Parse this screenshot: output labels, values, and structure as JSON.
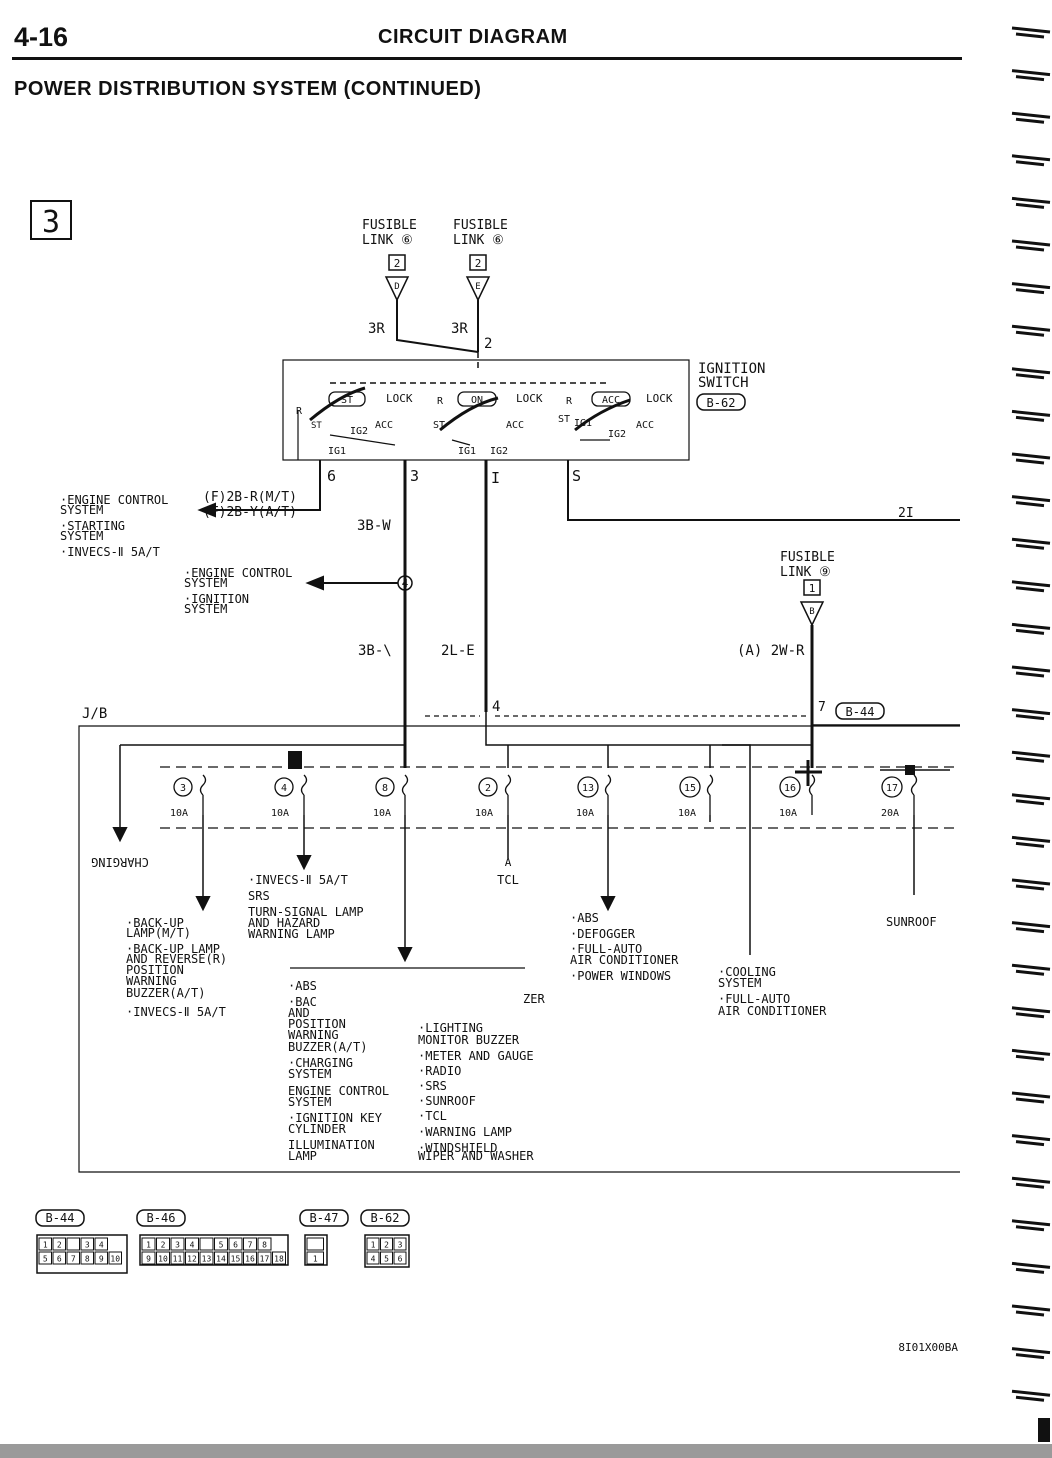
{
  "header": {
    "page_number": "4-16",
    "title": "CIRCUIT DIAGRAM",
    "section": "POWER DISTRIBUTION SYSTEM (CONTINUED)"
  },
  "diagram": {
    "panel_number": "3",
    "fusible_link_1": [
      "FUSIBLE",
      "LINK ⑥"
    ],
    "fusible_link_2": [
      "FUSIBLE",
      "LINK ⑥"
    ],
    "fusible_link_3": [
      "FUSIBLE",
      "LINK ⑨"
    ],
    "fl_pin_1": "2",
    "fl_pin_2": "2",
    "fl_pin_3": "1",
    "fl_letter_1": "D",
    "fl_letter_2": "E",
    "fl_letter_3": "B",
    "wire_3r_left": "3R",
    "wire_3r_right": "3R",
    "pin_2": "2",
    "ignition_switch": [
      "IGNITION",
      "SWITCH"
    ],
    "ignition_connector": "B-62",
    "switch_labels": {
      "st": "ST",
      "on": "ON",
      "acc": "ACC",
      "lock1": "LOCK",
      "lock2": "LOCK",
      "lock3": "LOCK",
      "r1": "R",
      "r2": "R",
      "r3": "R",
      "st_small_1": "ST",
      "st_small_2": "ST",
      "st_small_3": "ST",
      "acc_small_1": "ACC",
      "acc_small_2": "ACC",
      "acc_small_3": "ACC",
      "ig2_1": "IG2",
      "ig2_2": "IG2",
      "ig1_1": "IG1",
      "ig1_2": "IG1",
      "ig1_3": "IG1",
      "ig2_3": "IG2"
    },
    "pin_6": "6",
    "pin_3": "3",
    "pin_i": "I",
    "pin_s": "S",
    "engine_block": [
      "·ENGINE CONTROL",
      " SYSTEM",
      "·STARTING",
      " SYSTEM",
      "·INVECS-Ⅱ 5A/T"
    ],
    "wire_f_mt": "(F)2B-R(M/T)",
    "wire_f_at": "(F)2B-Y(A/T)",
    "wire_3bw": "3B-W",
    "wire_2l_right": "2I",
    "junction_4": "4",
    "engine_block_2": [
      "·ENGINE CONTROL",
      " SYSTEM",
      "·IGNITION",
      " SYSTEM"
    ],
    "wire_3bw_lower": "3B-\\",
    "wire_2l": "2L-E",
    "wire_2wr": "(A) 2W-R",
    "jb_label": "J/B",
    "jb_pin_4": "4",
    "jb_pin_7": "7",
    "jb_connector": "B-44",
    "fuses": [
      {
        "num": "3",
        "amp": "10A"
      },
      {
        "num": "4",
        "amp": "10A"
      },
      {
        "num": "8",
        "amp": "10A"
      },
      {
        "num": "2",
        "amp": "10A"
      },
      {
        "num": "13",
        "amp": "10A"
      },
      {
        "num": "15",
        "amp": "10A"
      },
      {
        "num": "16",
        "amp": "10A"
      },
      {
        "num": "17",
        "amp": "20A"
      }
    ],
    "mirrored_text": "CHARGING",
    "tcl": "TCL",
    "arrow_a": "A",
    "sunroof": "SUNROOF",
    "fuse3_loads": [
      "·BACK-UP",
      " LAMP(M/T)",
      "·BACK-UP LAMP",
      " AND REVERSE(R)",
      " POSITION",
      " WARNING",
      " BUZZER(A/T)",
      "·INVECS-Ⅱ 5A/T"
    ],
    "fuse4_loads": [
      "·INVECS-Ⅱ 5A/T",
      " SRS",
      " TURN-SIGNAL LAMP",
      " AND HAZARD",
      " WARNING LAMP"
    ],
    "fuse13_loads": [
      "·ABS",
      "·DEFOGGER",
      "·FULL-AUTO",
      " AIR CONDITIONER",
      "·POWER WINDOWS"
    ],
    "fuse16_loads": [
      "·COOLING",
      " SYSTEM",
      "·FULL-AUTO",
      " AIR CONDITIONER"
    ],
    "fuse8_loads_left": [
      "·ABS",
      "·BAC",
      " AND",
      " POSITION",
      " WARNING",
      " BUZZER(A/T)",
      "·CHARGING",
      " SYSTEM",
      " ENGINE CONTROL",
      " SYSTEM",
      "·IGNITION KEY",
      " CYLINDER",
      " ILLUMINATION",
      " LAMP"
    ],
    "fuse8_loads_right": [
      "·LIGHTING",
      " MONITOR BUZZER",
      "·METER AND GAUGE",
      "·RADIO",
      "·SRS",
      "·SUNROOF",
      "·TCL",
      "·WARNING LAMP",
      "·WINDSHIELD",
      " WIPER AND WASHER"
    ],
    "zer": "ZER",
    "connectors": [
      {
        "name": "B-44",
        "row1": [
          "1",
          "2",
          "",
          "3",
          "4"
        ],
        "row2": [
          "5",
          "6",
          "7",
          "8",
          "9",
          "10"
        ]
      },
      {
        "name": "B-46",
        "row1": [
          "1",
          "2",
          "3",
          "4",
          "",
          "5",
          "6",
          "7",
          "8"
        ],
        "row2": [
          "9",
          "10",
          "11",
          "12",
          "13",
          "14",
          "15",
          "16",
          "17",
          "18"
        ]
      },
      {
        "name": "B-47",
        "row1": [
          ""
        ],
        "row2": [
          "1"
        ]
      },
      {
        "name": "B-62",
        "row1": [
          "1",
          "2",
          "3"
        ],
        "row2": [
          "4",
          "5",
          "6"
        ]
      }
    ],
    "figure_code": "8I01X00BA"
  },
  "colors": {
    "ink": "#111111",
    "paper": "#ffffff",
    "footer_bar": "#9a9a9a"
  }
}
